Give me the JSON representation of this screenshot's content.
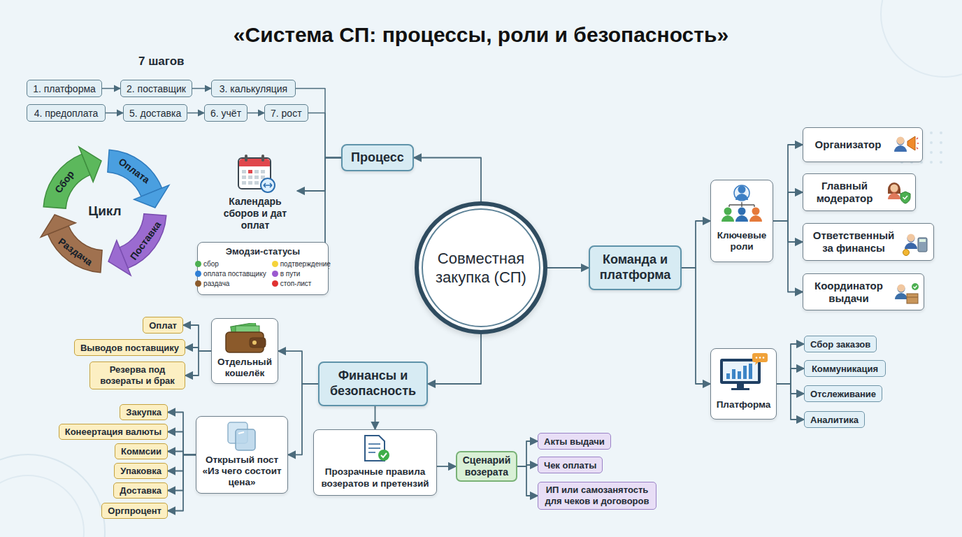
{
  "diagram": {
    "title": "«Система СП: процессы, роли и безопасность»",
    "nodes": [
      {
        "text": [
          "Совместная закупка (СП)"
        ]
      },
      {
        "text": [
          "Процесс"
        ]
      },
      {
        "text": [
          "1. платформа"
        ]
      },
      {
        "text": [
          "2. поставщик"
        ]
      },
      {
        "text": [
          "3. калькуляция"
        ]
      },
      {
        "text": [
          "4. предоплата"
        ]
      },
      {
        "text": [
          "5. доставка"
        ]
      },
      {
        "text": [
          "6. учёт"
        ]
      },
      {
        "text": [
          "7. рост"
        ]
      },
      {
        "text": [
          "Календарь сборов и дат оплат"
        ]
      },
      {
        "text": [
          "Эмодзи-статусы"
        ]
      },
      {
        "text": [
          "Финансы и безопасность"
        ]
      },
      {
        "text": [
          "Отдельный кошелёк"
        ]
      },
      {
        "text": [
          "Оплат"
        ]
      },
      {
        "text": [
          "Выводов поставщику"
        ]
      },
      {
        "text": [
          "Резерва под возераты и брак"
        ]
      },
      {
        "text": [
          "Открытый пост «Из чего состоит цена»"
        ]
      },
      {
        "text": [
          "Закупка"
        ]
      },
      {
        "text": [
          "Конеертация валюты"
        ]
      },
      {
        "text": [
          "Коммсии"
        ]
      },
      {
        "text": [
          "Упаковка"
        ]
      },
      {
        "text": [
          "Доставка"
        ]
      },
      {
        "text": [
          "Оргпроцент"
        ]
      },
      {
        "text": [
          "Прозрачные правила возератов и претензий"
        ]
      },
      {
        "text": [
          "Сценарий возерата"
        ]
      },
      {
        "text": [
          "Акты выдачи"
        ]
      },
      {
        "text": [
          "Чек оплаты"
        ]
      },
      {
        "text": [
          "ИП или самозанятость для чеков и договоров"
        ]
      },
      {
        "text": [
          "Команда и платформа"
        ]
      },
      {
        "text": [
          "Ключевые роли"
        ]
      },
      {
        "text": [
          "Организатор"
        ]
      },
      {
        "text": [
          "Главный модератор"
        ]
      },
      {
        "text": [
          "Ответственный за финансы"
        ]
      },
      {
        "text": [
          "Координатор выдачи"
        ]
      },
      {
        "text": [
          "Платформа"
        ]
      },
      {
        "text": [
          "Сбор заказов"
        ]
      },
      {
        "text": [
          "Коммуникация"
        ]
      },
      {
        "text": [
          "Отслеживание"
        ]
      },
      {
        "text": [
          "Аналитика"
        ]
      }
    ],
    "edges": [
      {
        "from": 0,
        "to": 1,
        "arrow": "to"
      },
      {
        "from": 0,
        "to": 28,
        "arrow": "to"
      },
      {
        "from": 0,
        "to": 11,
        "arrow": "to"
      },
      {
        "from": 2,
        "to": 3,
        "arrow": "to"
      },
      {
        "from": 3,
        "to": 4,
        "arrow": "to"
      },
      {
        "from": 5,
        "to": 6,
        "arrow": "to"
      },
      {
        "from": 6,
        "to": 7,
        "arrow": "to"
      },
      {
        "from": 7,
        "to": 8,
        "arrow": "to"
      },
      {
        "from": 4,
        "to": 1,
        "arrow": "none"
      },
      {
        "from": 8,
        "to": 1,
        "arrow": "none"
      },
      {
        "from": 1,
        "to": 9,
        "arrow": "to"
      },
      {
        "from": 1,
        "to": 10,
        "arrow": "to"
      },
      {
        "from": 11,
        "to": 12,
        "arrow": "to"
      },
      {
        "from": 11,
        "to": 16,
        "arrow": "to"
      },
      {
        "from": 11,
        "to": 23,
        "arrow": "to"
      },
      {
        "from": 12,
        "to": 13,
        "arrow": "to"
      },
      {
        "from": 12,
        "to": 14,
        "arrow": "to"
      },
      {
        "from": 12,
        "to": 15,
        "arrow": "to"
      },
      {
        "from": 16,
        "to": 17,
        "arrow": "to"
      },
      {
        "from": 16,
        "to": 18,
        "arrow": "to"
      },
      {
        "from": 16,
        "to": 19,
        "arrow": "to"
      },
      {
        "from": 16,
        "to": 20,
        "arrow": "to"
      },
      {
        "from": 16,
        "to": 21,
        "arrow": "to"
      },
      {
        "from": 16,
        "to": 22,
        "arrow": "to"
      },
      {
        "from": 23,
        "to": 24,
        "arrow": "to"
      },
      {
        "from": 24,
        "to": 25,
        "arrow": "to"
      },
      {
        "from": 24,
        "to": 26,
        "arrow": "to"
      },
      {
        "from": 24,
        "to": 27,
        "arrow": "to"
      },
      {
        "from": 28,
        "to": 29,
        "arrow": "to"
      },
      {
        "from": 28,
        "to": 34,
        "arrow": "to"
      },
      {
        "from": 29,
        "to": 30,
        "arrow": "to"
      },
      {
        "from": 29,
        "to": 31,
        "arrow": "to"
      },
      {
        "from": 29,
        "to": 32,
        "arrow": "to"
      },
      {
        "from": 29,
        "to": 33,
        "arrow": "to"
      },
      {
        "from": 34,
        "to": 35,
        "arrow": "to"
      },
      {
        "from": 34,
        "to": 36,
        "arrow": "to"
      },
      {
        "from": 34,
        "to": 37,
        "arrow": "to"
      },
      {
        "from": 34,
        "to": 38,
        "arrow": "to"
      }
    ],
    "labels": [
      "7 шагов",
      "Цикл",
      "Сбор",
      "Оплата",
      "Поставка",
      "Раздача"
    ],
    "legend": [
      {
        "text": "сбор",
        "color": "#4caf50"
      },
      {
        "text": "подтверждение",
        "color": "#f5d33b"
      },
      {
        "text": "оплата поставщику",
        "color": "#2f7fd6"
      },
      {
        "text": "в пути",
        "color": "#9b59d0"
      },
      {
        "text": "раздача",
        "color": "#8b5a2b"
      },
      {
        "text": "стоп-лист",
        "color": "#e03131"
      }
    ]
  }
}
